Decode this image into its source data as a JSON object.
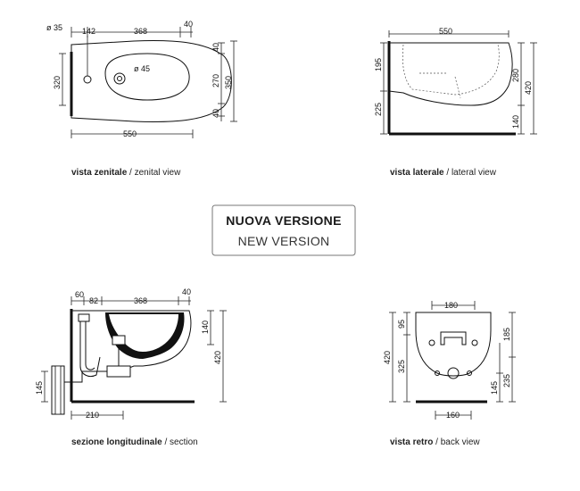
{
  "views": {
    "zenital": {
      "caption_bold": "vista zenitale",
      "caption_rest": " / zenital view",
      "dims": {
        "d35": "ø 35",
        "d142": "142",
        "d368": "368",
        "d40_top": "40",
        "d320": "320",
        "d45": "ø 45",
        "d40_a": "40",
        "d270": "270",
        "d350": "350",
        "d40_b": "40",
        "d550": "550"
      }
    },
    "lateral": {
      "caption_bold": "vista laterale",
      "caption_rest": " / lateral view",
      "dims": {
        "d550": "550",
        "d195": "195",
        "d225": "225",
        "d280": "280",
        "d420": "420",
        "d140": "140"
      }
    },
    "section": {
      "caption_bold": "sezione longitudinale",
      "caption_rest": " / section",
      "dims": {
        "d60": "60",
        "d82": "82",
        "d368": "368",
        "d40": "40",
        "d140": "140",
        "d420": "420",
        "d145": "145",
        "d210": "210"
      }
    },
    "back": {
      "caption_bold": "vista retro",
      "caption_rest": " / back view",
      "dims": {
        "d180": "180",
        "d95": "95",
        "d185": "185",
        "d420": "420",
        "d325": "325",
        "d145": "145",
        "d235": "235",
        "d160": "160"
      }
    }
  },
  "badge": {
    "line1": "NUOVA VERSIONE",
    "line2": "NEW VERSION"
  }
}
